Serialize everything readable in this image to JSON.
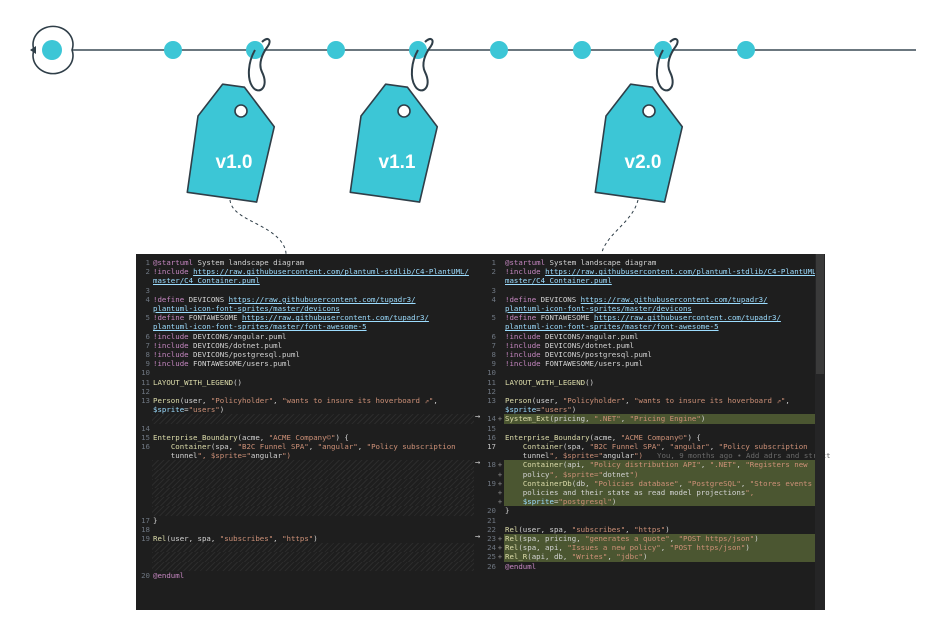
{
  "timeline": {
    "tags": [
      "v1.0",
      "v1.1",
      "v2.0"
    ],
    "color": "#3cc6d6"
  },
  "left_editor": {
    "rows": [
      {
        "ln": "1",
        "code": "@startuml System landscape diagram"
      },
      {
        "ln": "2",
        "code": "!include https://raw.githubusercontent.com/plantuml-stdlib/C4-PlantUML/"
      },
      {
        "ln": "",
        "code": "master/C4_Container.puml"
      },
      {
        "ln": "3",
        "code": ""
      },
      {
        "ln": "4",
        "code": "!define DEVICONS https://raw.githubusercontent.com/tupadr3/"
      },
      {
        "ln": "",
        "code": "plantuml-icon-font-sprites/master/devicons"
      },
      {
        "ln": "5",
        "code": "!define FONTAWESOME https://raw.githubusercontent.com/tupadr3/"
      },
      {
        "ln": "",
        "code": "plantuml-icon-font-sprites/master/font-awesome-5"
      },
      {
        "ln": "6",
        "code": "!include DEVICONS/angular.puml"
      },
      {
        "ln": "7",
        "code": "!include DEVICONS/dotnet.puml"
      },
      {
        "ln": "8",
        "code": "!include DEVICONS/postgresql.puml"
      },
      {
        "ln": "9",
        "code": "!include FONTAWESOME/users.puml"
      },
      {
        "ln": "10",
        "code": ""
      },
      {
        "ln": "11",
        "code": "LAYOUT_WITH_LEGEND()"
      },
      {
        "ln": "12",
        "code": ""
      },
      {
        "ln": "13",
        "code": "Person(user, \"Policyholder\", \"wants to insure its hoverboard ⇗\","
      },
      {
        "ln": "",
        "code": "$sprite=\"users\")"
      },
      {
        "ln": "",
        "code": "",
        "hatch": true
      },
      {
        "ln": "14",
        "code": ""
      },
      {
        "ln": "15",
        "code": "Enterprise_Boundary(acme, \"ACME Company©\") {"
      },
      {
        "ln": "16",
        "code": "    Container(spa, \"B2C Funnel SPA\", \"angular\", \"Policy subscription"
      },
      {
        "ln": "",
        "code": "    tunnel\", $sprite=\"angular\")"
      },
      {
        "ln": "",
        "code": "",
        "hatch": true
      },
      {
        "ln": "",
        "code": "",
        "hatch": true
      },
      {
        "ln": "",
        "code": "",
        "hatch": true
      },
      {
        "ln": "",
        "code": "",
        "hatch": true
      },
      {
        "ln": "",
        "code": "",
        "hatch": true
      },
      {
        "ln": "",
        "code": "",
        "hatch": true
      },
      {
        "ln": "17",
        "code": "}"
      },
      {
        "ln": "18",
        "code": ""
      },
      {
        "ln": "19",
        "code": "Rel(user, spa, \"subscribes\", \"https\")"
      },
      {
        "ln": "",
        "code": "",
        "hatch": true
      },
      {
        "ln": "",
        "code": "",
        "hatch": true
      },
      {
        "ln": "",
        "code": "",
        "hatch": true
      },
      {
        "ln": "20",
        "code": "@enduml"
      }
    ]
  },
  "right_editor": {
    "blame": "You, 9 months ago • Add adrs and struct",
    "rows": [
      {
        "ln": "1",
        "code": "@startuml System landscape diagram"
      },
      {
        "ln": "2",
        "code": "!include https://raw.githubusercontent.com/plantuml-stdlib/C4-PlantUML/"
      },
      {
        "ln": "",
        "code": "master/C4_Container.puml"
      },
      {
        "ln": "3",
        "code": ""
      },
      {
        "ln": "4",
        "code": "!define DEVICONS https://raw.githubusercontent.com/tupadr3/"
      },
      {
        "ln": "",
        "code": "plantuml-icon-font-sprites/master/devicons"
      },
      {
        "ln": "5",
        "code": "!define FONTAWESOME https://raw.githubusercontent.com/tupadr3/"
      },
      {
        "ln": "",
        "code": "plantuml-icon-font-sprites/master/font-awesome-5"
      },
      {
        "ln": "6",
        "code": "!include DEVICONS/angular.puml"
      },
      {
        "ln": "7",
        "code": "!include DEVICONS/dotnet.puml"
      },
      {
        "ln": "8",
        "code": "!include DEVICONS/postgresql.puml"
      },
      {
        "ln": "9",
        "code": "!include FONTAWESOME/users.puml"
      },
      {
        "ln": "10",
        "code": ""
      },
      {
        "ln": "11",
        "code": "LAYOUT_WITH_LEGEND()"
      },
      {
        "ln": "12",
        "code": ""
      },
      {
        "ln": "13",
        "code": "Person(user, \"Policyholder\", \"wants to insure its hoverboard ⇗\","
      },
      {
        "ln": "",
        "code": "$sprite=\"users\")"
      },
      {
        "ln": "14",
        "gm": "+",
        "code": "System_Ext(pricing, \".NET\", \"Pricing Engine\")",
        "add": true,
        "arrow": true
      },
      {
        "ln": "15",
        "code": ""
      },
      {
        "ln": "16",
        "code": "Enterprise_Boundary(acme, \"ACME Company©\") {"
      },
      {
        "ln": "17",
        "code": "    Container(spa, \"B2C Funnel SPA\", \"angular\", \"Policy subscription",
        "cur": true
      },
      {
        "ln": "",
        "code": "    tunnel\", $sprite=\"angular\")",
        "blame": true
      },
      {
        "ln": "18",
        "gm": "+",
        "code": "    Container(api, \"Policy distribution API\", \".NET\", \"Registers new",
        "add": true,
        "arrow": true
      },
      {
        "ln": "",
        "gm": "+",
        "code": "    policy\", $sprite=\"dotnet\")",
        "add": true
      },
      {
        "ln": "19",
        "gm": "+",
        "code": "    ContainerDb(db, \"Policies database\", \"PostgreSQL\", \"Stores events on",
        "add": true
      },
      {
        "ln": "",
        "gm": "+",
        "code": "    policies and their state as read model projections\",",
        "add": true
      },
      {
        "ln": "",
        "gm": "+",
        "code": "    $sprite=\"postgresql\")",
        "add": true
      },
      {
        "ln": "20",
        "code": "}"
      },
      {
        "ln": "21",
        "code": ""
      },
      {
        "ln": "22",
        "code": "Rel(user, spa, \"subscribes\", \"https\")"
      },
      {
        "ln": "23",
        "gm": "+",
        "code": "Rel(spa, pricing, \"generates a quote\", \"POST https/json\")",
        "add": true,
        "arrow": true
      },
      {
        "ln": "24",
        "gm": "+",
        "code": "Rel(spa, api, \"Issues a new policy\", \"POST https/json\")",
        "add": true
      },
      {
        "ln": "25",
        "gm": "+",
        "code": "Rel_R(api, db, \"Writes\", \"jdbc\")",
        "add": true
      },
      {
        "ln": "26",
        "code": "@enduml"
      }
    ]
  }
}
